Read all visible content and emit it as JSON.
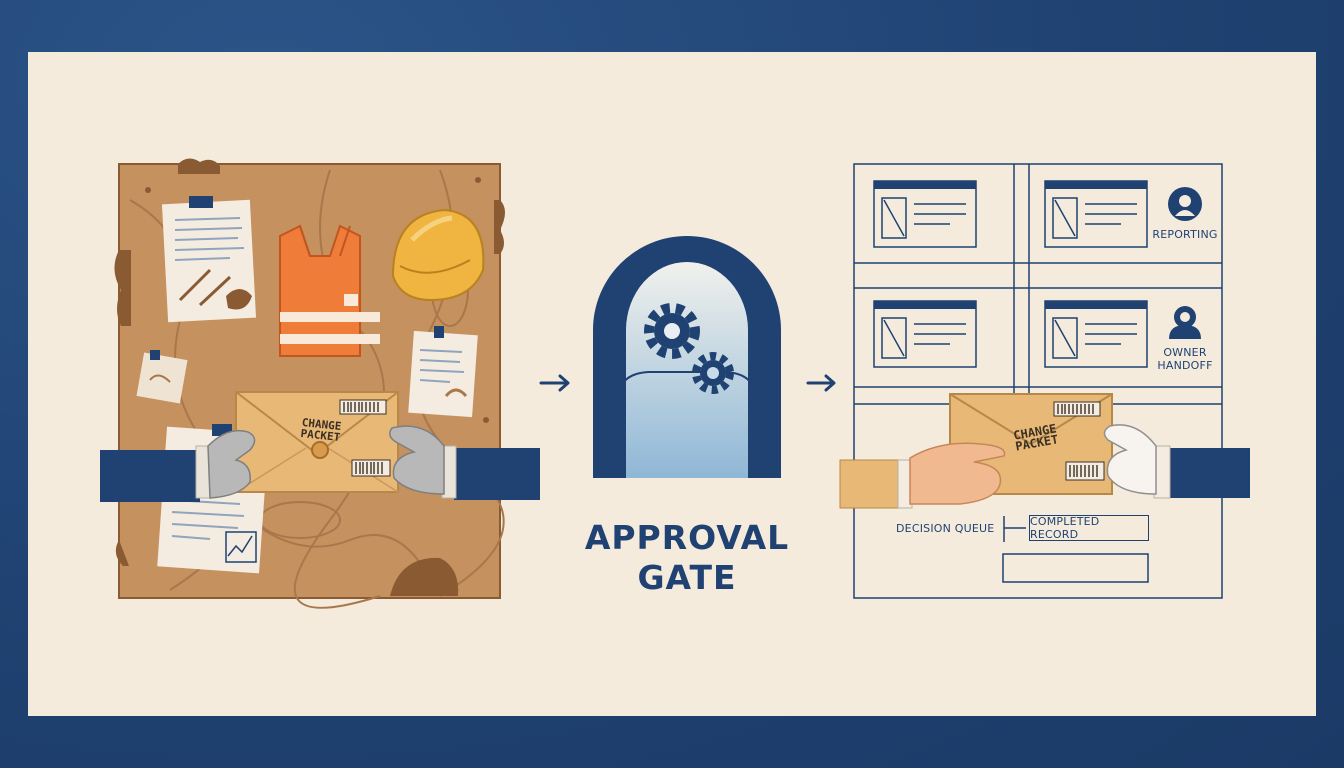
{
  "gate": {
    "title_line1": "APPROVAL",
    "title_line2": "GATE"
  },
  "packet": {
    "left_line1": "CHANGE",
    "left_line2": "PACKET",
    "right_line1": "CHANGE",
    "right_line2": "PACKET"
  },
  "system": {
    "reporting_label": "REPORTING",
    "owner_label_line1": "OWNER",
    "owner_label_line2": "HANDOFF",
    "decision_queue_label": "DECISION QUEUE",
    "completed_record_label": "COMPLETED RECORD"
  },
  "icons": [
    "gear-icon",
    "arrow-right-icon",
    "person-icon",
    "hard-hat-icon",
    "safety-vest-icon",
    "envelope-icon",
    "barcode-icon"
  ],
  "colors": {
    "navy": "#1f4272",
    "cream": "#f5ebdc",
    "wood": "#c4915f",
    "envelope": "#e8b877",
    "vest": "#f07c3a",
    "helmet": "#f0b440"
  }
}
